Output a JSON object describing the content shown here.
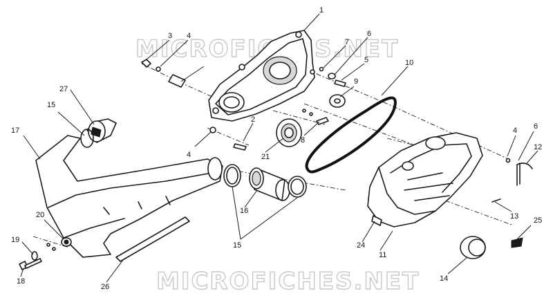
{
  "watermark": {
    "top": "MICROFICHES.NET",
    "bottom": "MICROFICHES.NET"
  },
  "callouts": {
    "c1": "1",
    "c2": "2",
    "c3": "3",
    "c4a": "4",
    "c4b": "4",
    "c4c": "4",
    "c5": "5",
    "c6a": "6",
    "c6b": "6",
    "c7": "7",
    "c8": "8",
    "c9": "9",
    "c10": "10",
    "c11": "11",
    "c12": "12",
    "c13": "13",
    "c14": "14",
    "c15a": "15",
    "c15b": "15",
    "c16": "16",
    "c17": "17",
    "c18": "18",
    "c19": "19",
    "c20": "20",
    "c21": "21",
    "c24": "24",
    "c25": "25",
    "c26": "26",
    "c27": "27"
  }
}
